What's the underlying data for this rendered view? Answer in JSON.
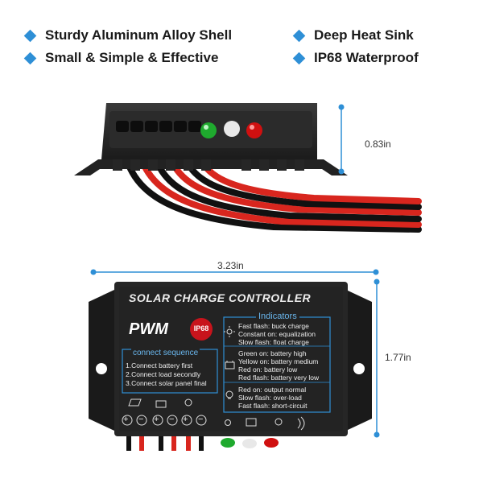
{
  "features": [
    {
      "label": "Sturdy Aluminum Alloy Shell"
    },
    {
      "label": "Deep Heat Sink"
    },
    {
      "label": "Small & Simple & Effective"
    },
    {
      "label": "IP68 Waterproof"
    }
  ],
  "dimensions": {
    "height_top": "0.83in",
    "width": "3.23in",
    "height_front": "1.77in"
  },
  "panel": {
    "title": "SOLAR CHARGE CONTROLLER",
    "mode": "PWM",
    "rating": "IP68",
    "sequence_title": "connect sequence",
    "sequence": [
      "1.Connect battery first",
      "2.Connect load secondly",
      "3.Connect solar panel final"
    ],
    "indicators_title": "Indicators",
    "indicator_groups": [
      [
        "Fast flash: buck charge",
        "Constant on: equalization",
        "Slow flash: float charge"
      ],
      [
        "Green on: battery high",
        "Yellow on: battery medium",
        "Red on: battery low",
        "Red flash: battery very low"
      ],
      [
        "Red on: output normal",
        "Slow flash: over-load",
        "Fast flash: short-circuit"
      ]
    ],
    "terminal_signs": [
      "+",
      "−",
      "+",
      "−",
      "+",
      "−"
    ]
  },
  "colors": {
    "accent": "#2e8fd6",
    "body": "#1f1f1f",
    "panel": "#262626",
    "ip68_badge": "#c8141c",
    "led_green": "#1faa2e",
    "led_white": "#e8e8e8",
    "led_red": "#d01010",
    "wire_red": "#d8261e",
    "wire_black": "#111111"
  }
}
